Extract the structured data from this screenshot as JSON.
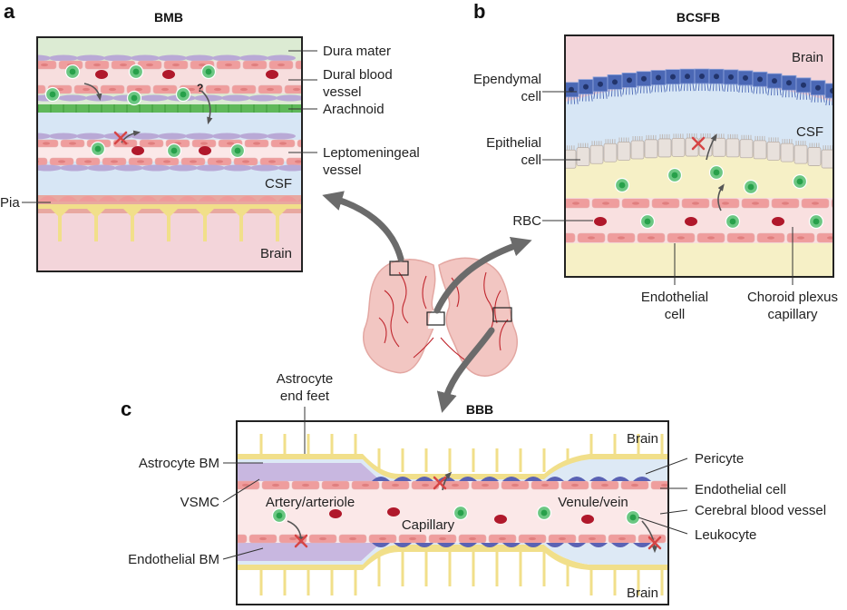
{
  "panels": {
    "a": {
      "letter": "a",
      "title": "BMB",
      "labels": {
        "dura": "Dura mater",
        "dural_vessel_1": "Dural blood",
        "dural_vessel_2": "vessel",
        "arachnoid": "Arachnoid",
        "lepto_1": "Leptomeningeal",
        "lepto_2": "vessel",
        "pia": "Pia",
        "csf": "CSF",
        "brain": "Brain",
        "question": "?"
      }
    },
    "b": {
      "letter": "b",
      "title": "BCSFB",
      "labels": {
        "brain": "Brain",
        "csf": "CSF",
        "ependymal_1": "Ependymal",
        "ependymal_2": "cell",
        "epithelial_1": "Epithelial",
        "epithelial_2": "cell",
        "rbc": "RBC",
        "endothelial_1": "Endothelial",
        "endothelial_2": "cell",
        "choroid_1": "Choroid plexus",
        "choroid_2": "capillary"
      }
    },
    "c": {
      "letter": "c",
      "title": "BBB",
      "labels": {
        "astro_feet_1": "Astrocyte",
        "astro_feet_2": "end feet",
        "astro_bm": "Astrocyte BM",
        "vsmc": "VSMC",
        "endo_bm": "Endothelial BM",
        "artery": "Artery/arteriole",
        "capillary": "Capillary",
        "venule": "Venule/vein",
        "brain_top": "Brain",
        "brain_bottom": "Brain",
        "pericyte": "Pericyte",
        "endothelial_cell": "Endothelial cell",
        "cerebral_vessel": "Cerebral blood vessel",
        "leukocyte": "Leukocyte"
      }
    }
  },
  "colors": {
    "dura": "#dcebd3",
    "dural_band": "#f3cfcf",
    "cell_pink": "#ef9d9d",
    "cell_purple": "#b9a9d6",
    "arachnoid": "#5fb85a",
    "csf": "#d7e6f5",
    "brain": "#f3d5da",
    "pia": "#e8a8a0",
    "astro_yellow": "#f1df8a",
    "rbc": "#b0182b",
    "leukocyte": "#27a04a",
    "ependymal": "#4b68b5",
    "epithelial": "#e8e1dc",
    "choroid_yellow": "#f6f0c6",
    "frame": "#222222",
    "brain_tissue": "#f2c6c2",
    "brain_vessel": "#c0262e",
    "arrow_gray": "#6b6b6b",
    "xmark": "#d64545"
  }
}
